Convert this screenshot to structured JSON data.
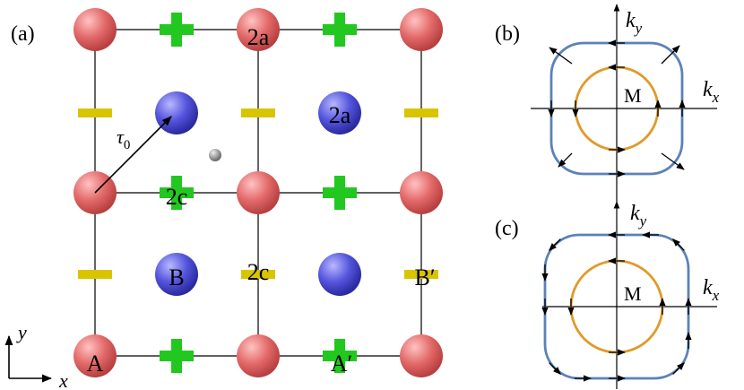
{
  "colors": {
    "atom_a": "#E06666",
    "atom_b": "#5a5ad6",
    "plus_marker": "#22c71f",
    "minus_marker": "#d9c400",
    "outer_contour": "#5b82b8",
    "inner_contour": "#e09a2a",
    "grid_line": "#000000",
    "center_atom": "#909090"
  },
  "panel_a": {
    "label": "(a)",
    "tau_label": "τ",
    "tau_subscript": "0",
    "axis_y": "y",
    "axis_x": "x",
    "site_labels": {
      "top_mid": "2a",
      "b_right": "2a",
      "cross_left": "2c",
      "mid_center": "2c",
      "b_left": "B",
      "b_prime": "B′",
      "a_corner": "A",
      "a_prime": "A′"
    }
  },
  "panel_b": {
    "label": "(b)",
    "ky": "k",
    "ky_sub": "y",
    "kx": "k",
    "kx_sub": "x",
    "center": "M"
  },
  "panel_c": {
    "label": "(c)",
    "ky": "k",
    "ky_sub": "y",
    "kx": "k",
    "kx_sub": "x",
    "center": "M"
  }
}
